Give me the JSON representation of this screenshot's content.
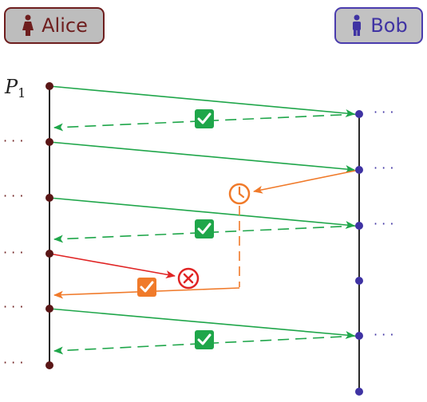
{
  "parties": {
    "alice": {
      "name": "Alice",
      "icon": "person-female-icon",
      "color": "#6e1e1e"
    },
    "bob": {
      "name": "Bob",
      "icon": "person-male-icon",
      "color": "#3f33a3"
    }
  },
  "labels": {
    "p1": "P",
    "p1_sub": "1",
    "ellipsis": "· · ·"
  },
  "colors": {
    "success": "#1fa64a",
    "delayed": "#f07a2a",
    "failed": "#e02424",
    "check_badge": "#1fa64a",
    "check_badge_late": "#f07a2a"
  },
  "icons": {
    "check": "check-icon",
    "clock": "clock-icon",
    "cross": "cross-circle-icon"
  }
}
